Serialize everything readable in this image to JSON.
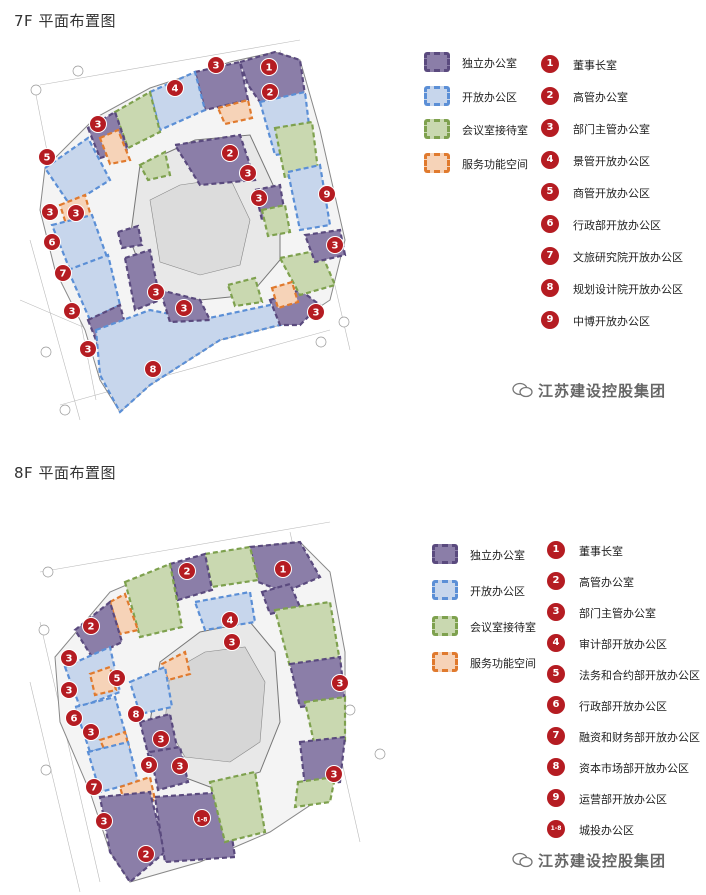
{
  "colors": {
    "private_fill": "#8b7ea8",
    "private_border": "#5a4a7e",
    "open_fill": "#c7d6ec",
    "open_border": "#5b8fd6",
    "meeting_fill": "#c9d8b0",
    "meeting_border": "#7ea14e",
    "service_fill": "#f6d3b8",
    "service_border": "#e07a2e",
    "badge": "#b51c22",
    "core_fill": "#e8e8e8"
  },
  "floor7": {
    "title": "7F 平面布置图",
    "types": [
      {
        "label": "独立办公室",
        "kind": "private"
      },
      {
        "label": "开放办公区",
        "kind": "open"
      },
      {
        "label": "会议室接待室",
        "kind": "meeting"
      },
      {
        "label": "服务功能空间",
        "kind": "service"
      }
    ],
    "legend": [
      {
        "num": "1",
        "label": "董事长室"
      },
      {
        "num": "2",
        "label": "高管办公室"
      },
      {
        "num": "3",
        "label": "部门主管办公室"
      },
      {
        "num": "4",
        "label": "景管开放办公区"
      },
      {
        "num": "5",
        "label": "商管开放办公区"
      },
      {
        "num": "6",
        "label": "行政部开放办公区"
      },
      {
        "num": "7",
        "label": "文旅研究院开放办公区"
      },
      {
        "num": "8",
        "label": "规划设计院开放办公区"
      },
      {
        "num": "9",
        "label": "中博开放办公区"
      }
    ],
    "watermark": "江苏建设控股集团"
  },
  "floor8": {
    "title": "8F 平面布置图",
    "types": [
      {
        "label": "独立办公室",
        "kind": "private"
      },
      {
        "label": "开放办公区",
        "kind": "open"
      },
      {
        "label": "会议室接待室",
        "kind": "meeting"
      },
      {
        "label": "服务功能空间",
        "kind": "service"
      }
    ],
    "legend": [
      {
        "num": "1",
        "label": "董事长室"
      },
      {
        "num": "2",
        "label": "高管办公室"
      },
      {
        "num": "3",
        "label": "部门主管办公室"
      },
      {
        "num": "4",
        "label": "审计部开放办公区"
      },
      {
        "num": "5",
        "label": "法务和合约部开放办公区"
      },
      {
        "num": "6",
        "label": "行政部开放办公区"
      },
      {
        "num": "7",
        "label": "融资和财务部开放办公区"
      },
      {
        "num": "8",
        "label": "资本市场部开放办公区"
      },
      {
        "num": "9",
        "label": "运营部开放办公区"
      },
      {
        "num": "1-8",
        "label": "城投办公区"
      }
    ],
    "watermark": "江苏建设控股集团"
  }
}
